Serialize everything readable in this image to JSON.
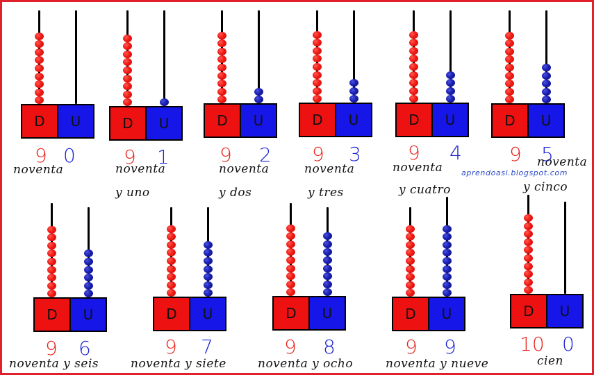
{
  "watermark": "aprendoasi.blogspot.com",
  "colors": {
    "red": "#f11a14",
    "blue": "#1a1fb0",
    "frame": "#e0202a"
  },
  "cells": [
    {
      "tens_label": "D",
      "units_label": "U",
      "tens_digit": "9",
      "units_digit": "0",
      "words": [
        "noventa"
      ],
      "tens_beads": 9,
      "units_beads": 0
    },
    {
      "tens_label": "D",
      "units_label": "U",
      "tens_digit": "9",
      "units_digit": "1",
      "words": [
        "noventa",
        "y uno"
      ],
      "tens_beads": 9,
      "units_beads": 1
    },
    {
      "tens_label": "D",
      "units_label": "U",
      "tens_digit": "9",
      "units_digit": "2",
      "words": [
        "noventa",
        "y dos"
      ],
      "tens_beads": 9,
      "units_beads": 2
    },
    {
      "tens_label": "D",
      "units_label": "U",
      "tens_digit": "9",
      "units_digit": "3",
      "words": [
        "noventa",
        "y tres"
      ],
      "tens_beads": 9,
      "units_beads": 3
    },
    {
      "tens_label": "D",
      "units_label": "U",
      "tens_digit": "9",
      "units_digit": "4",
      "words": [
        "noventa",
        "y cuatro"
      ],
      "tens_beads": 9,
      "units_beads": 4
    },
    {
      "tens_label": "D",
      "units_label": "U",
      "tens_digit": "9",
      "units_digit": "5",
      "words": [
        "noventa",
        "y cinco"
      ],
      "tens_beads": 9,
      "units_beads": 5
    },
    {
      "tens_label": "D",
      "units_label": "U",
      "tens_digit": "9",
      "units_digit": "6",
      "words": [
        "noventa y seis"
      ],
      "tens_beads": 9,
      "units_beads": 6
    },
    {
      "tens_label": "D",
      "units_label": "U",
      "tens_digit": "9",
      "units_digit": "7",
      "words": [
        "noventa y siete"
      ],
      "tens_beads": 9,
      "units_beads": 7
    },
    {
      "tens_label": "D",
      "units_label": "U",
      "tens_digit": "9",
      "units_digit": "8",
      "words": [
        "noventa y ocho"
      ],
      "tens_beads": 9,
      "units_beads": 8
    },
    {
      "tens_label": "D",
      "units_label": "U",
      "tens_digit": "9",
      "units_digit": "9",
      "words": [
        "noventa y nueve"
      ],
      "tens_beads": 9,
      "units_beads": 9
    },
    {
      "tens_label": "D",
      "units_label": "U",
      "tens_digit": "10",
      "units_digit": "0",
      "words": [
        "cien"
      ],
      "tens_beads": 10,
      "units_beads": 0
    }
  ]
}
